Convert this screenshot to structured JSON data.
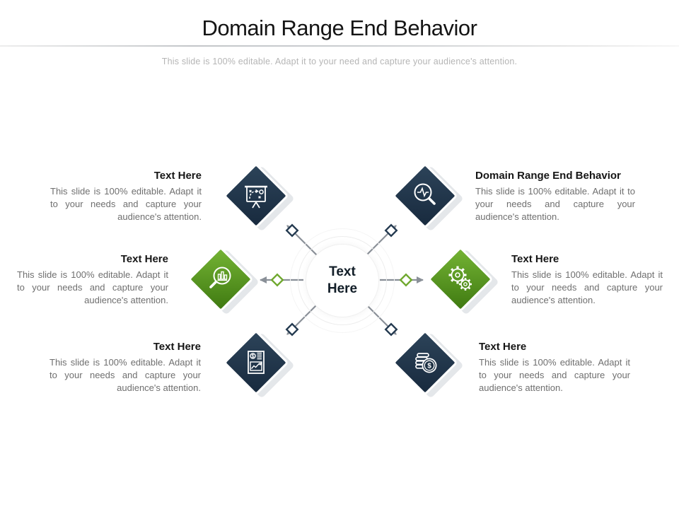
{
  "slide": {
    "title": "Domain Range End Behavior",
    "subtitle": "This slide is 100% editable. Adapt it to your need and capture your audience's attention."
  },
  "center": {
    "label": "Text Here"
  },
  "colors": {
    "navy": "#1d3144",
    "green": "#5a9c21",
    "connector_gray": "#8a9098",
    "diamond_shadow": "#e4e7ea",
    "heading_text": "#161616",
    "body_text": "#6f6f6f",
    "subtitle_text": "#b5b5b5"
  },
  "items": [
    {
      "id": "top-left",
      "heading": "Text Here",
      "description": "This slide is 100% editable. Adapt it to your needs and capture your audience's attention.",
      "icon": "strategy-board-icon",
      "diamond_color": "navy",
      "align": "right"
    },
    {
      "id": "top-right",
      "heading": "Domain Range End Behavior",
      "description": "This slide is 100% editable. Adapt it to your needs and capture your audience's attention.",
      "icon": "search-pulse-icon",
      "diamond_color": "navy",
      "align": "left"
    },
    {
      "id": "middle-left",
      "heading": "Text Here",
      "description": "This slide is 100% editable. Adapt it to your needs and capture your audience's attention.",
      "icon": "search-bar-chart-icon",
      "diamond_color": "green",
      "align": "right"
    },
    {
      "id": "middle-right",
      "heading": "Text Here",
      "description": "This slide is 100% editable. Adapt it to your needs and capture your audience's attention.",
      "icon": "gears-icon",
      "diamond_color": "green",
      "align": "left"
    },
    {
      "id": "bottom-left",
      "heading": "Text Here",
      "description": "This slide is 100% editable. Adapt it to your needs and capture your audience's attention.",
      "icon": "financial-report-icon",
      "diamond_color": "navy",
      "align": "right"
    },
    {
      "id": "bottom-right",
      "heading": "Text Here",
      "description": "This slide is 100% editable. Adapt it to your needs and capture your audience's attention.",
      "icon": "coins-icon",
      "diamond_color": "navy",
      "align": "left"
    }
  ]
}
